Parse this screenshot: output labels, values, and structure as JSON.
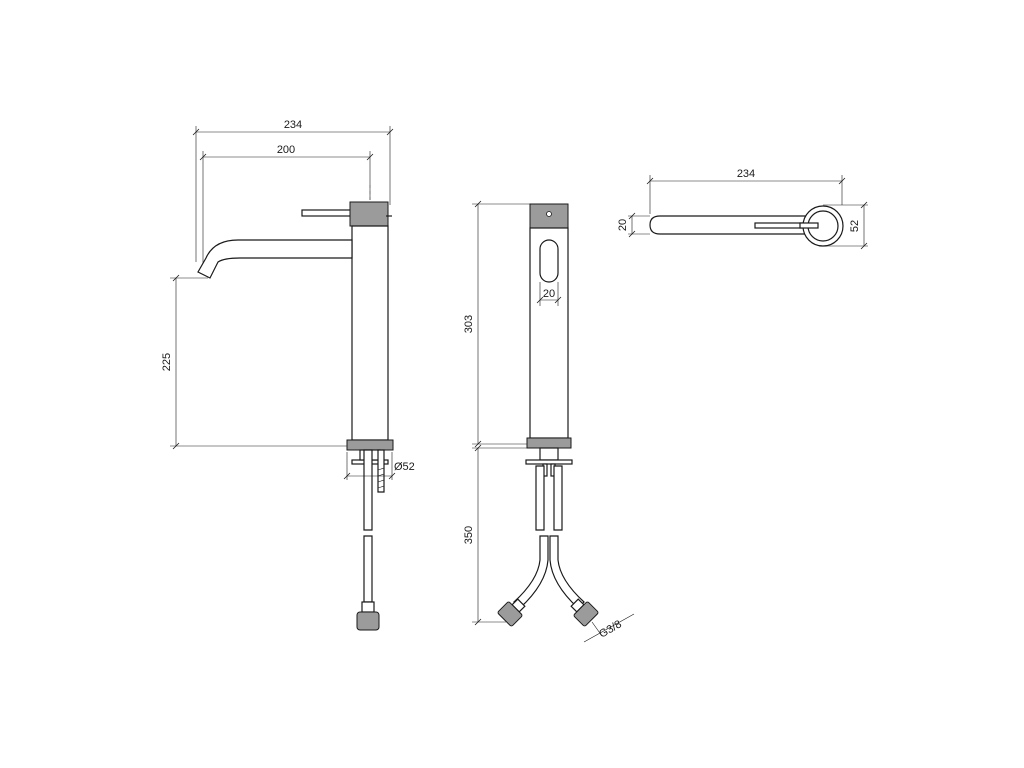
{
  "side_view": {
    "dim_overall_reach": "234",
    "dim_spout_reach": "200",
    "dim_spout_height": "225",
    "dim_base_diameter": "Ø52"
  },
  "front_view": {
    "dim_body_height": "303",
    "dim_aerator_width": "20",
    "dim_hose_length": "350",
    "dim_thread": "G3/8"
  },
  "top_view": {
    "dim_overall_length": "234",
    "dim_spout_width": "20",
    "dim_body_diameter": "52"
  }
}
